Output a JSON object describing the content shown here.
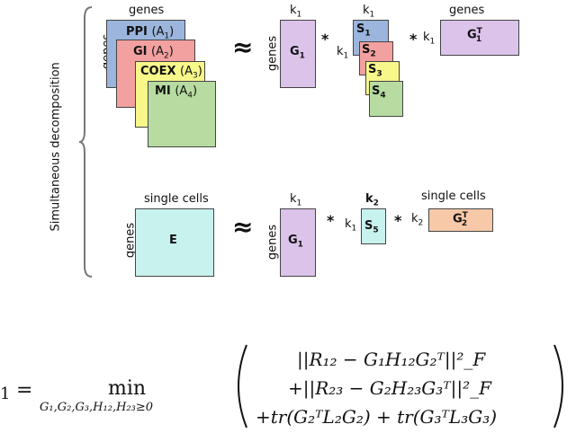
{
  "side_label": "Simultaneous decomposition",
  "top": {
    "genes_header": "genes",
    "genes_side": "genes",
    "stack": [
      {
        "label": "PPI",
        "sub": "A",
        "idx": "1",
        "color": "#9bb5dc"
      },
      {
        "label": "GI",
        "sub": "A",
        "idx": "2",
        "color": "#f2a0a0"
      },
      {
        "label": "COEX",
        "sub": "A",
        "idx": "3",
        "color": "#f7f78a"
      },
      {
        "label": "MI",
        "sub": "A",
        "idx": "4",
        "color": "#b7dba0"
      }
    ],
    "approx": "≈",
    "g1": {
      "label": "G",
      "sub": "1",
      "k": "k",
      "ksub": "1",
      "side": "genes",
      "color": "#dcc3ea"
    },
    "star1": "*",
    "s_stack": [
      {
        "label": "S",
        "sub": "1",
        "color": "#9bb5dc"
      },
      {
        "label": "S",
        "sub": "2",
        "color": "#f2a0a0"
      },
      {
        "label": "S",
        "sub": "3",
        "color": "#f7f78a"
      },
      {
        "label": "S",
        "sub": "4",
        "color": "#b7dba0"
      }
    ],
    "s_k_top": "k",
    "s_k_top_sub": "1",
    "s_k_side": "k",
    "s_k_side_sub": "1",
    "star2": "*",
    "gt": {
      "label": "G",
      "sub": "1",
      "sup": "T",
      "header": "genes",
      "k": "k",
      "ksub": "1",
      "color": "#dcc3ea"
    }
  },
  "bottom": {
    "header": "single cells",
    "side": "genes",
    "e": {
      "label": "E",
      "color": "#c8f2ee"
    },
    "approx": "≈",
    "g1": {
      "label": "G",
      "sub": "1",
      "k": "k",
      "ksub": "1",
      "side": "genes",
      "color": "#dcc3ea"
    },
    "star1": "*",
    "s5": {
      "label": "S",
      "sub": "5",
      "k_top": "k",
      "k_top_sub": "2",
      "k_side": "k",
      "k_side_sub": "1",
      "color": "#c8f2ee"
    },
    "star2": "*",
    "gt": {
      "label": "G",
      "sub": "2",
      "sup": "T",
      "header": "single cells",
      "k": "k",
      "ksub": "2",
      "color": "#f7c9a8"
    }
  },
  "equation": {
    "lhs_sub": "1",
    "eq": "=",
    "min": "min",
    "min_sub": "G₁,G₂,G₃,H₁₂,H₂₃≥0",
    "line1": "||R₁₂ − G₁H₁₂G₂ᵀ||²_F",
    "line2": "+||R₂₃ − G₂H₂₃G₃ᵀ||²_F",
    "line3": "+tr(G₂ᵀL₂G₂) + tr(G₃ᵀL₃G₃)"
  }
}
